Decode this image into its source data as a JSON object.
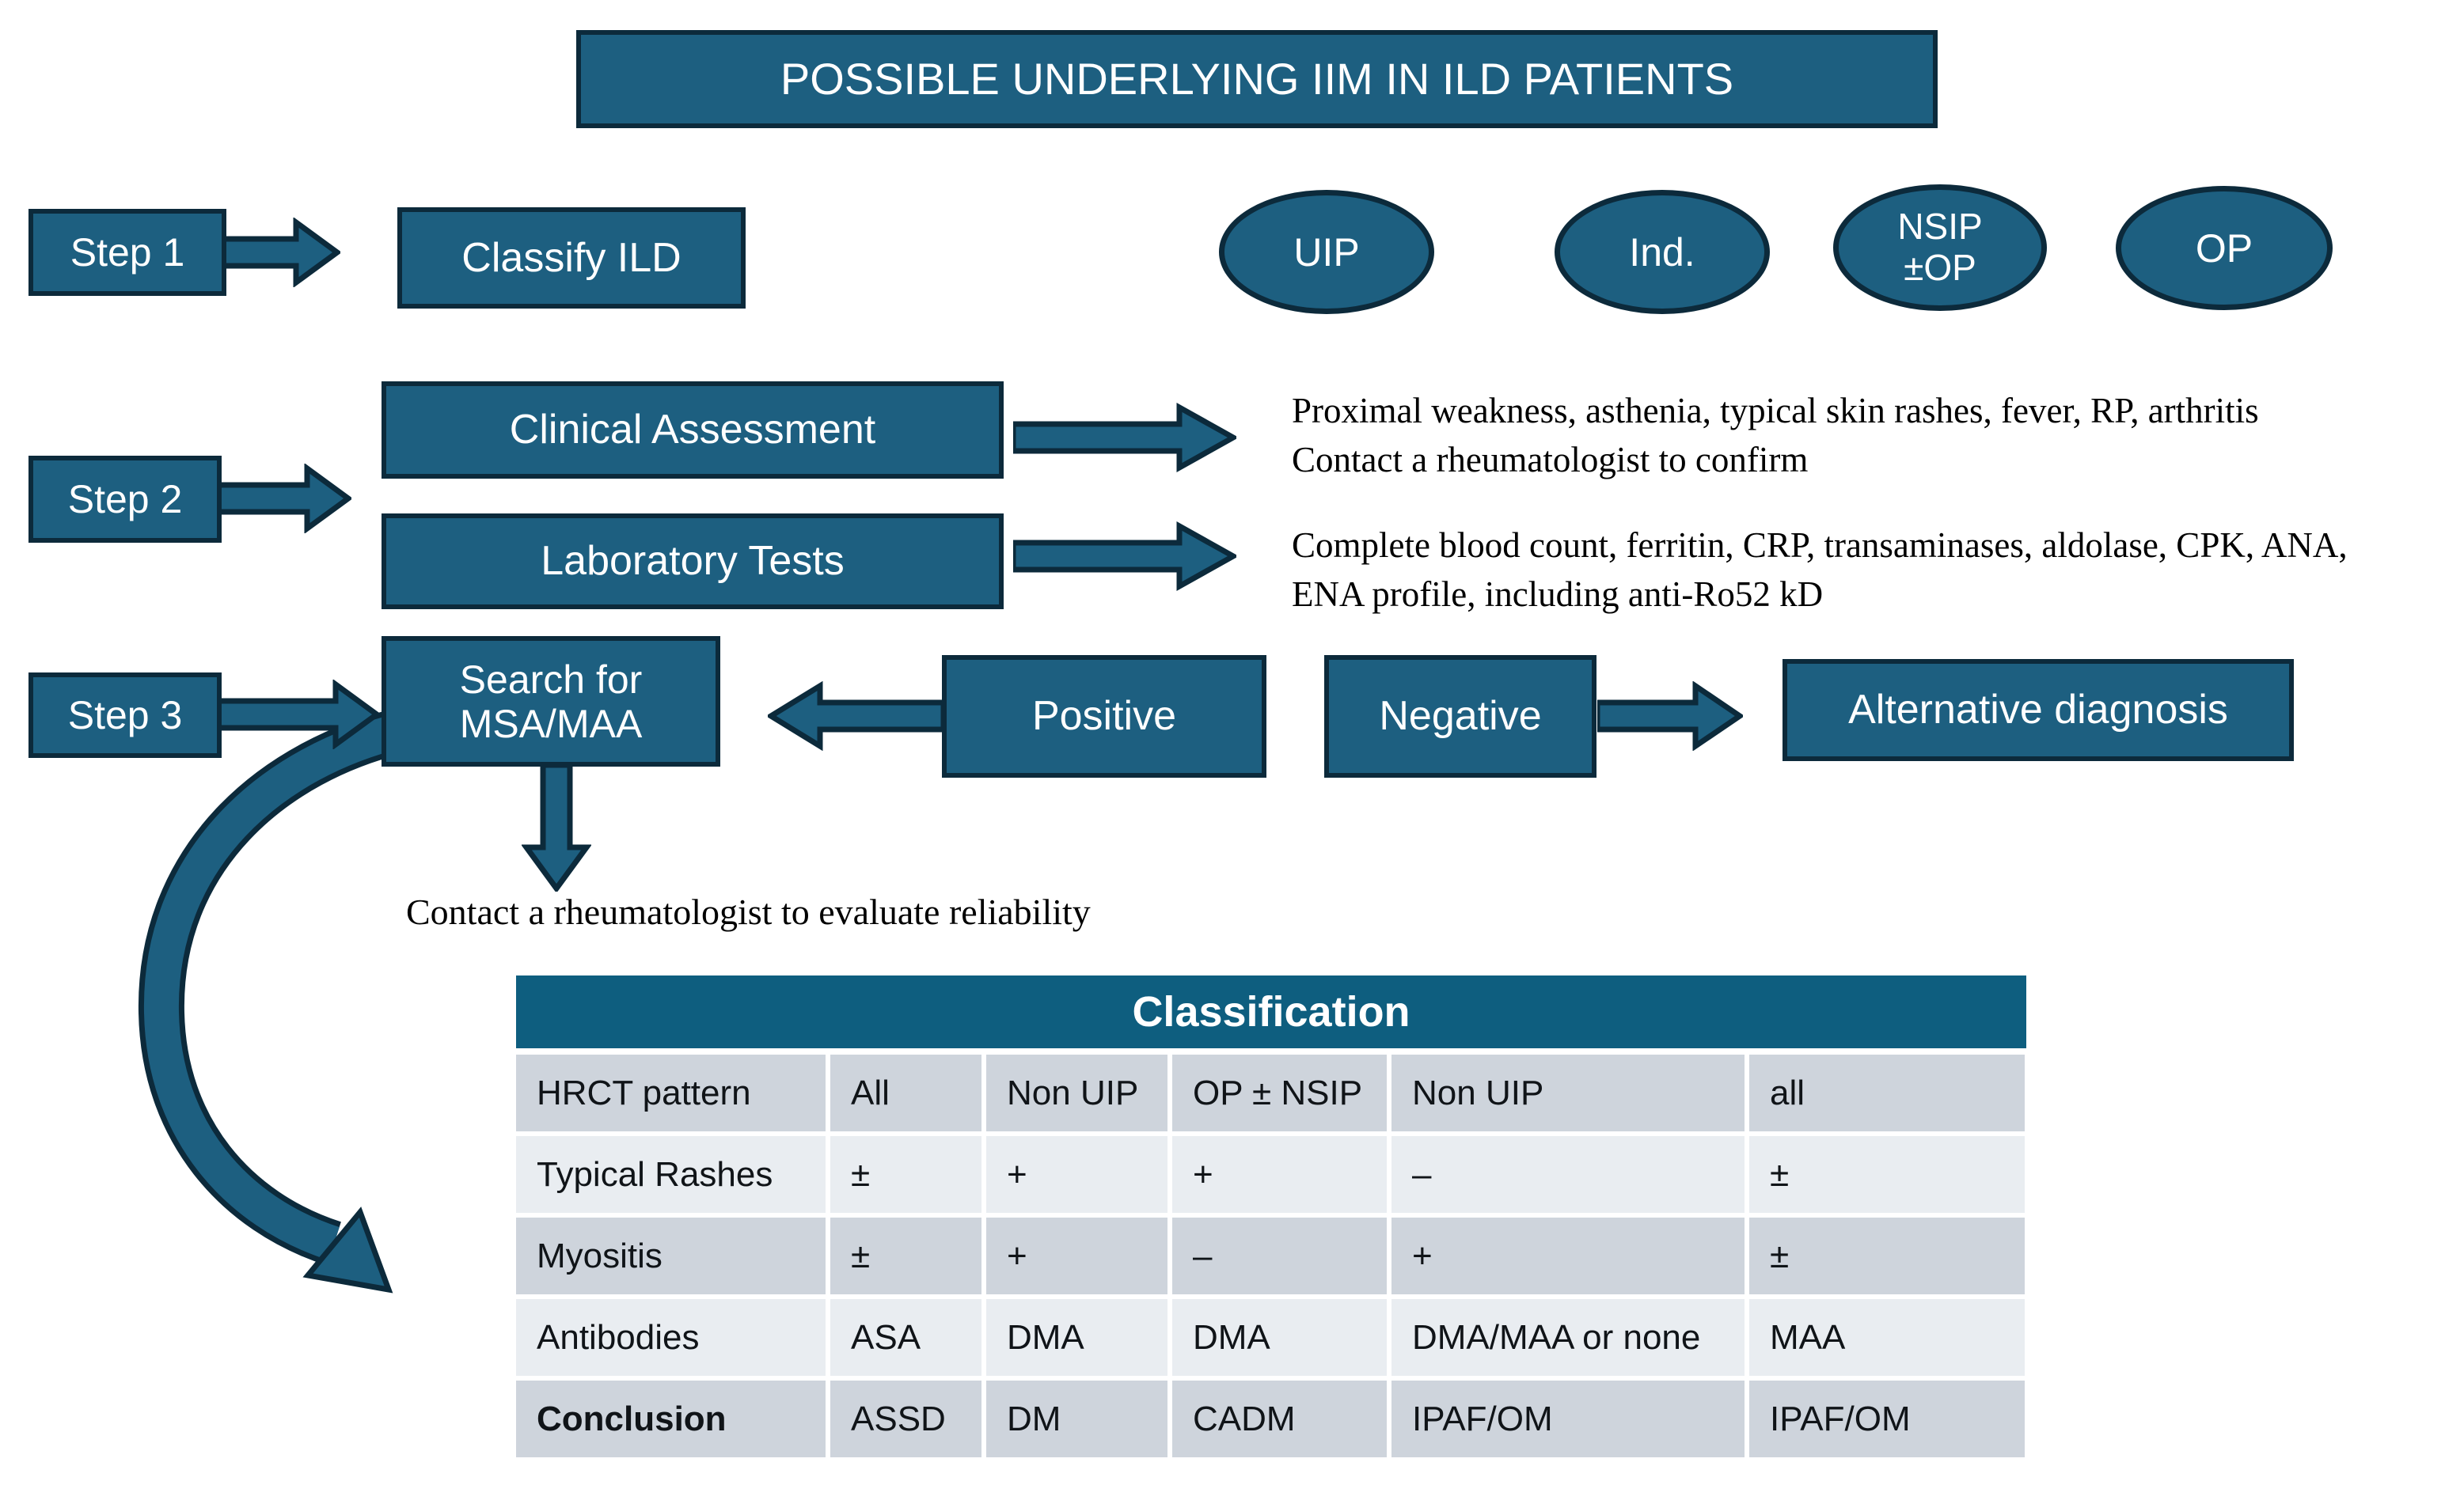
{
  "title": {
    "text": "POSSIBLE UNDERLYING IIM IN ILD PATIENTS"
  },
  "colors": {
    "shape_fill": "#1D5F80",
    "shape_border": "#0C2A3B",
    "table_header_bg": "#0E5E7F",
    "table_row_dark": "#CED4DC",
    "table_row_light": "#E9EDF1"
  },
  "steps": [
    {
      "label": "Step 1"
    },
    {
      "label": "Step 2"
    },
    {
      "label": "Step 3"
    }
  ],
  "nodes": {
    "classify_ild": "Classify ILD",
    "clinical_assessment": "Clinical Assessment",
    "laboratory_tests": "Laboratory Tests",
    "search_msa_line1": "Search for",
    "search_msa_line2": "MSA/MAA",
    "positive": "Positive",
    "negative": "Negative",
    "alternative_diagnosis": "Alternative diagnosis"
  },
  "ellipses": [
    {
      "label": "UIP"
    },
    {
      "label": "Ind."
    },
    {
      "line1": "NSIP",
      "line2": "±OP"
    },
    {
      "label": "OP"
    }
  ],
  "annotations": {
    "clinical_line1": "Proximal weakness, asthenia, typical skin rashes, fever, RP, arthritis",
    "clinical_line2": "Contact a rheumatologist to confirm",
    "lab_line1": "Complete blood count, ferritin, CRP, transaminases, aldolase, CPK, ANA,",
    "lab_line2": "ENA profile, including anti-Ro52 kD",
    "msa_note": "Contact a rheumatologist to evaluate reliability"
  },
  "table": {
    "title": "Classification",
    "rows": [
      {
        "cells": [
          "HRCT pattern",
          "All",
          "Non UIP",
          "OP ± NSIP",
          "Non UIP",
          "all"
        ]
      },
      {
        "cells": [
          "Typical Rashes",
          "±",
          "+",
          "+",
          "–",
          "±"
        ]
      },
      {
        "cells": [
          "Myositis",
          "±",
          "+",
          "–",
          "+",
          "±"
        ]
      },
      {
        "cells": [
          "Antibodies",
          "ASA",
          "DMA",
          "DMA",
          "DMA/MAA or none",
          "MAA"
        ]
      },
      {
        "cells": [
          "Conclusion",
          "ASSD",
          "DM",
          "CADM",
          "IPAF/OM",
          "IPAF/OM"
        ]
      }
    ]
  }
}
